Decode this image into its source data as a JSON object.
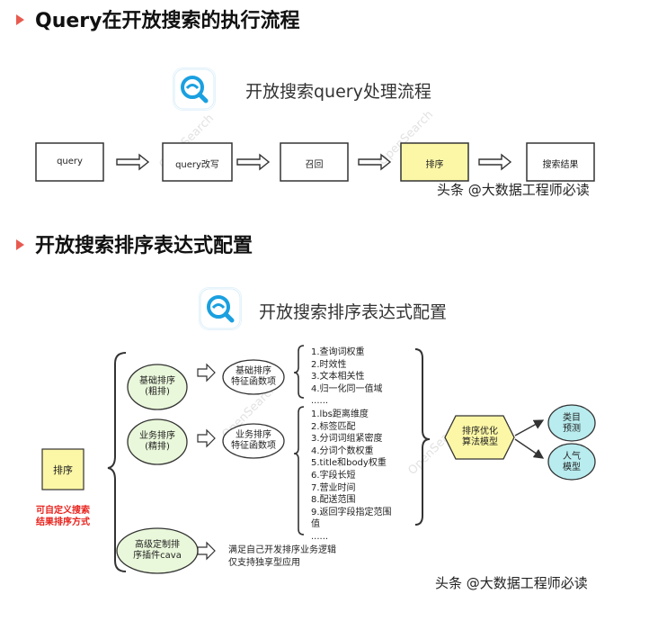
{
  "section1": {
    "title": "Query在开放搜索的执行流程",
    "diagram_title": "开放搜索query处理流程",
    "flow": [
      "query",
      "query改写",
      "召回",
      "排序",
      "搜索结果"
    ],
    "credit": "头条 @大数据工程师必读"
  },
  "section2": {
    "title": "开放搜索排序表达式配置",
    "diagram_title": "开放搜索排序表达式配置",
    "root": "排序",
    "root_note": [
      "可自定义搜索",
      "结果排序方式"
    ],
    "branch1": {
      "label": [
        "基础排序",
        "(粗排)"
      ],
      "func": [
        "基础排序",
        "特征函数项"
      ],
      "items": [
        "1.查询词权重",
        "2.时效性",
        "3.文本相关性",
        "4.归一化同一值域",
        "......"
      ]
    },
    "branch2": {
      "label": [
        "业务排序",
        "(精排)"
      ],
      "func": [
        "业务排序",
        "特征函数项"
      ],
      "items": [
        "1.lbs距离维度",
        "2.标签匹配",
        "3.分词词组紧密度",
        "4.分词个数权重",
        "5.title和body权重",
        "6.字段长短",
        "7.营业时间",
        "8.配送范围",
        "9.返回字段指定范围",
        "值",
        "......"
      ]
    },
    "branch3": {
      "label": [
        "高级定制排",
        "序插件cava"
      ],
      "desc": [
        "满足自己开发排序业务逻辑",
        "仅支持独享型应用"
      ]
    },
    "model": [
      "排序优化",
      "算法模型"
    ],
    "outputs": [
      [
        "类目",
        "预测"
      ],
      [
        "人气",
        "模型"
      ]
    ],
    "credit": "头条 @大数据工程师必读"
  },
  "colors": {
    "accent_yellow": "#fcf7a6",
    "accent_green": "#e9f7da",
    "accent_cyan": "#b8ecef",
    "logo_blue": "#1aa0e0",
    "note_red": "#e8231d"
  },
  "watermark": "OpenSearch"
}
